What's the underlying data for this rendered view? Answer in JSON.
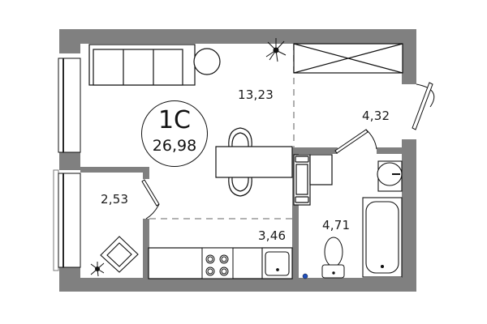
{
  "plan": {
    "apartment_type": "1С",
    "total_area": "26,98",
    "colors": {
      "wall": "#808080",
      "line": "#111111",
      "floor": "#ffffff",
      "dot": "#1f4fbf"
    },
    "rooms": [
      {
        "id": "living",
        "area": "13,23"
      },
      {
        "id": "hall",
        "area": "4,32"
      },
      {
        "id": "balcony",
        "area": "2,53"
      },
      {
        "id": "kitchen",
        "area": "3,46"
      },
      {
        "id": "bathroom",
        "area": "4,71"
      }
    ]
  }
}
